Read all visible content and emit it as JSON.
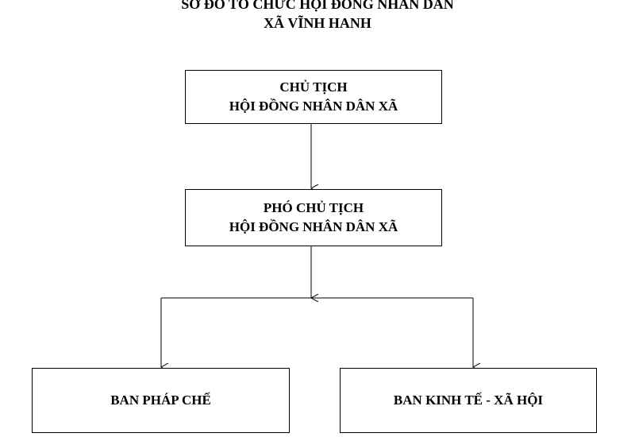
{
  "title": {
    "line1": "SƠ ĐỒ TỔ CHỨC HỘI ĐỒNG NHÂN DÂN",
    "line2": "XÃ VĨNH HANH"
  },
  "nodes": {
    "chairman": {
      "line1": "CHỦ TỊCH",
      "line2": "HỘI ĐỒNG NHÂN DÂN XÃ"
    },
    "vice_chairman": {
      "line1": "PHÓ CHỦ TỊCH",
      "line2": "HỘI ĐỒNG NHÂN DÂN XÃ"
    },
    "legal_committee": {
      "label": "BAN PHÁP CHẾ"
    },
    "economic_social_committee": {
      "label": "BAN KINH TẾ - XÃ HỘI"
    }
  }
}
